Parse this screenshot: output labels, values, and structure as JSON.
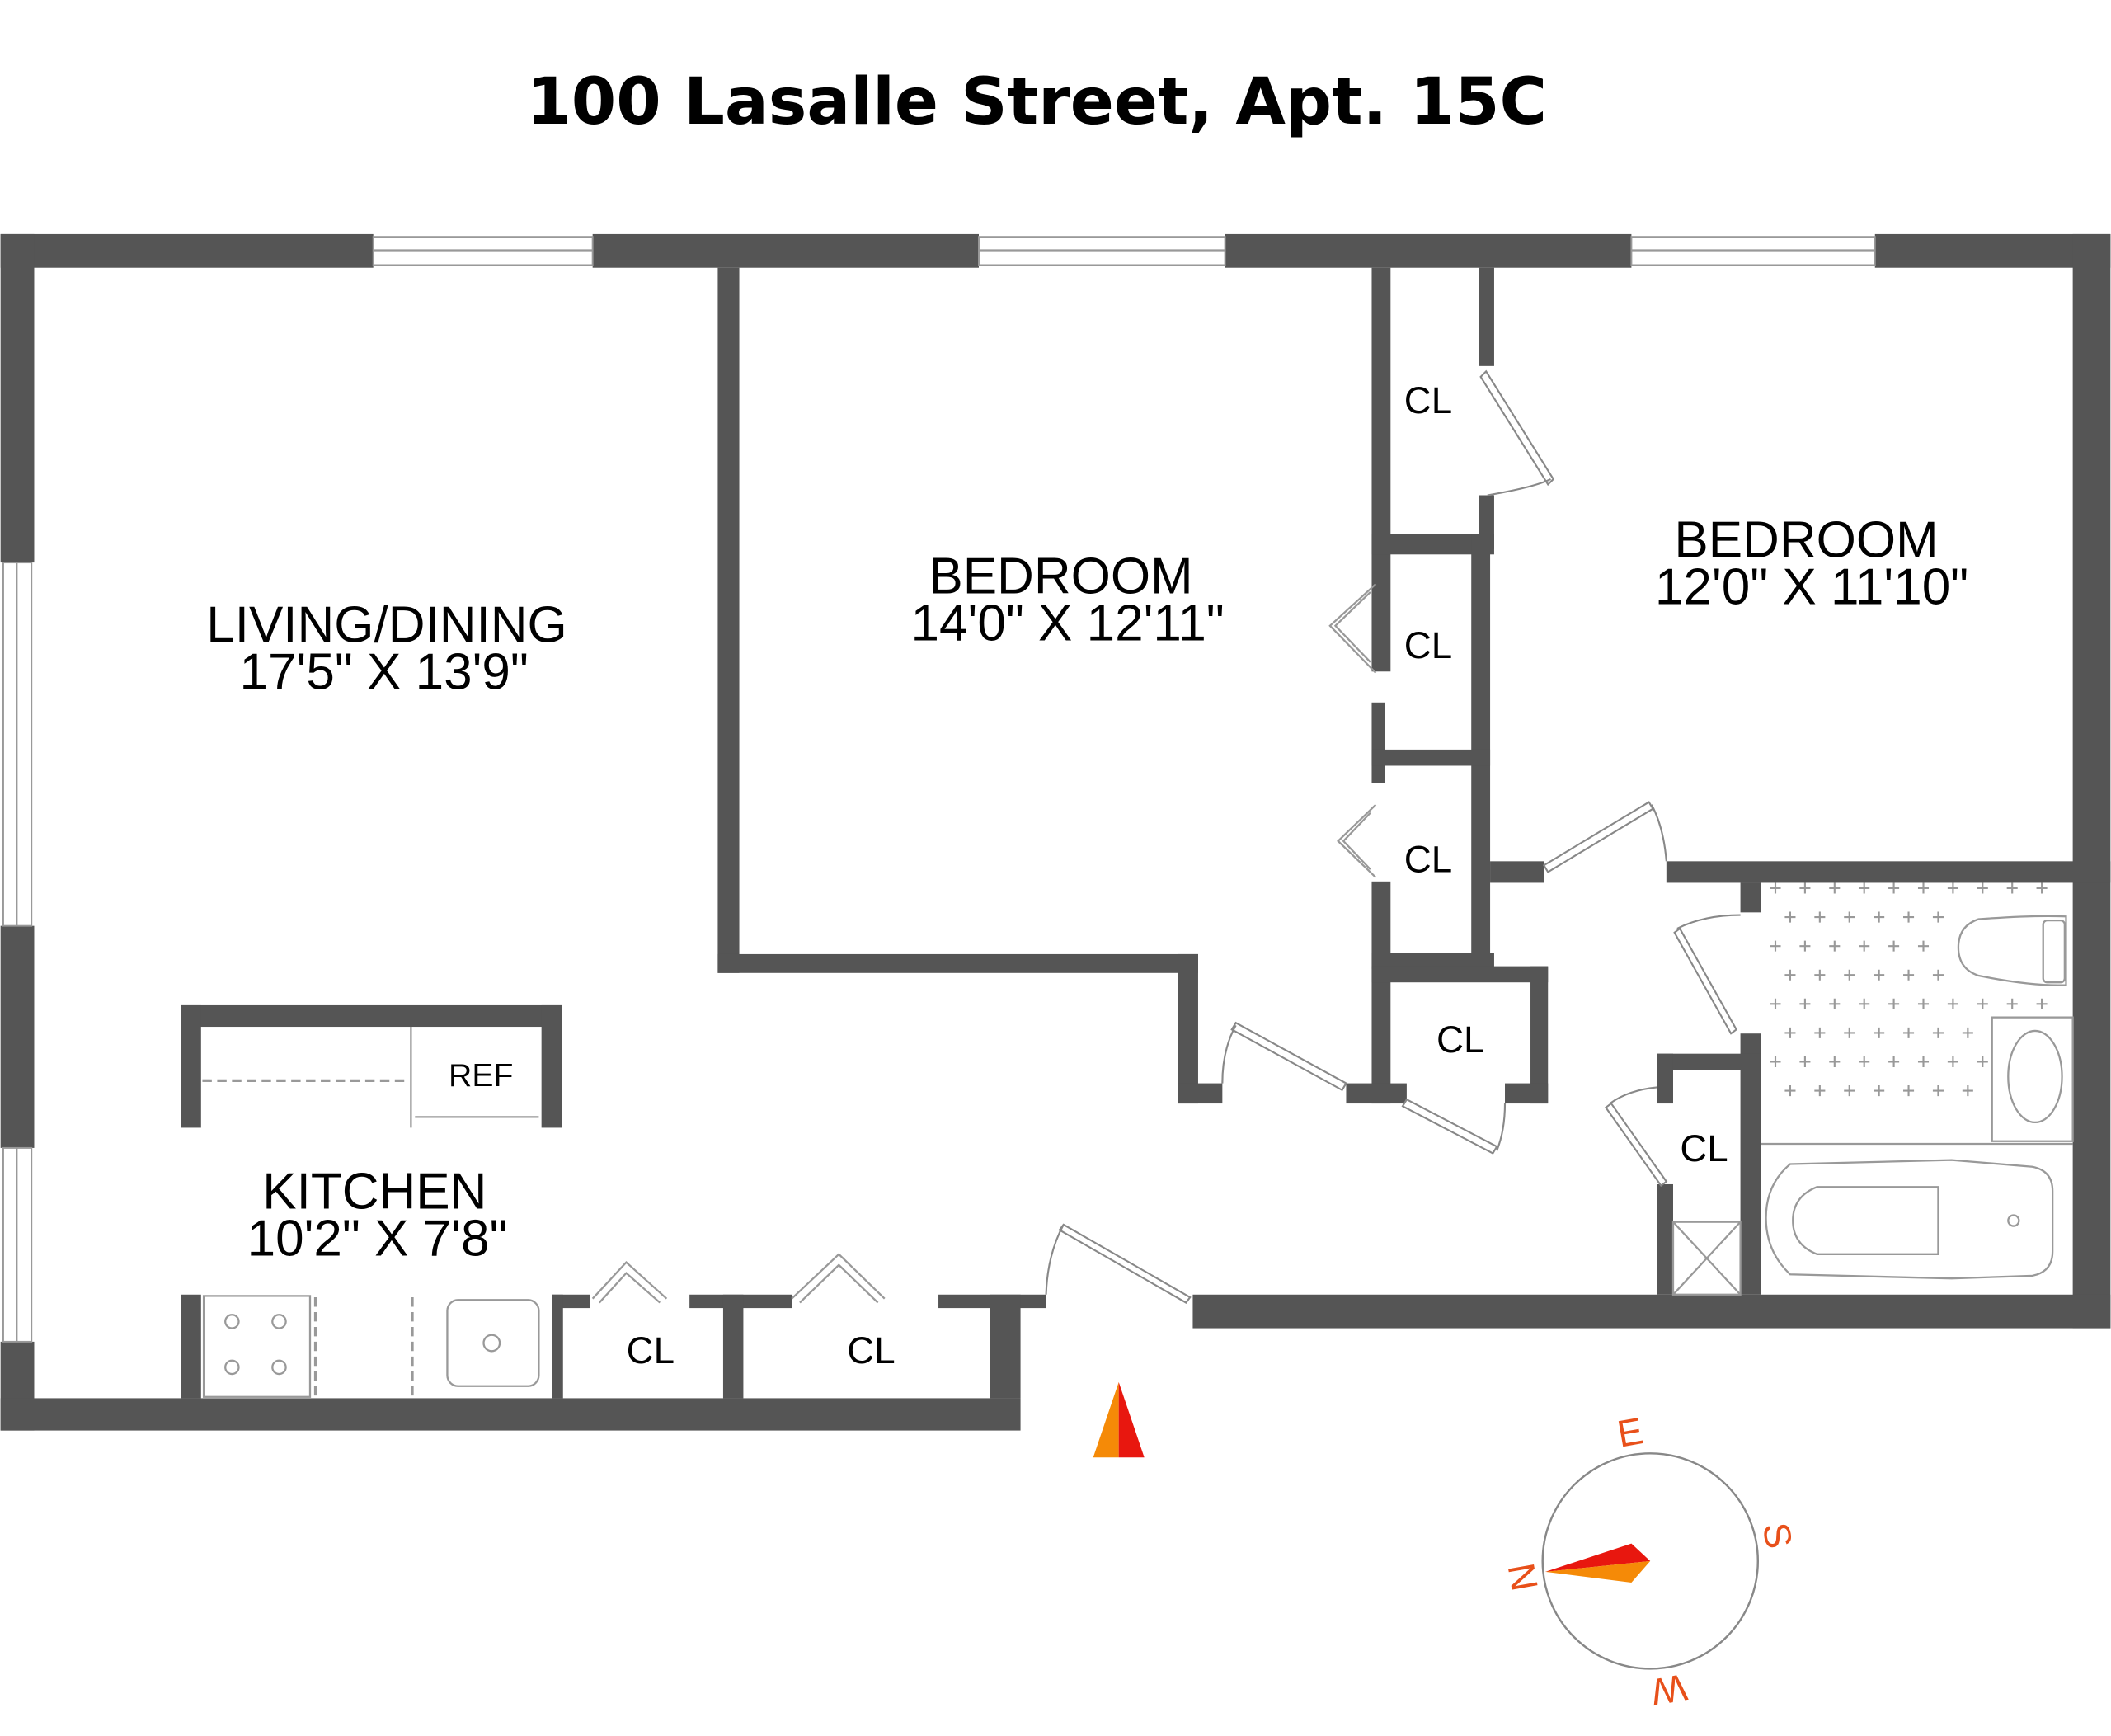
{
  "title": "100 Lasalle Street, Apt. 15C",
  "rooms": {
    "living": {
      "name": "LIVING/DINING",
      "dims": "17'5\" X 13'9\""
    },
    "bedroom1": {
      "name": "BEDROOM",
      "dims": "14'0\" X 12'11\""
    },
    "bedroom2": {
      "name": "BEDROOM",
      "dims": "12'0\" X 11'10\""
    },
    "kitchen": {
      "name": "KITCHEN",
      "dims": "10'2\" X 7'8\""
    }
  },
  "labels": {
    "closet": "CL",
    "ref": "REF"
  },
  "compass": {
    "n": "N",
    "e": "E",
    "s": "S",
    "w": "W"
  },
  "colors": {
    "wall": "#555555",
    "compass_red": "#e8170f",
    "compass_orange": "#f58a07"
  }
}
